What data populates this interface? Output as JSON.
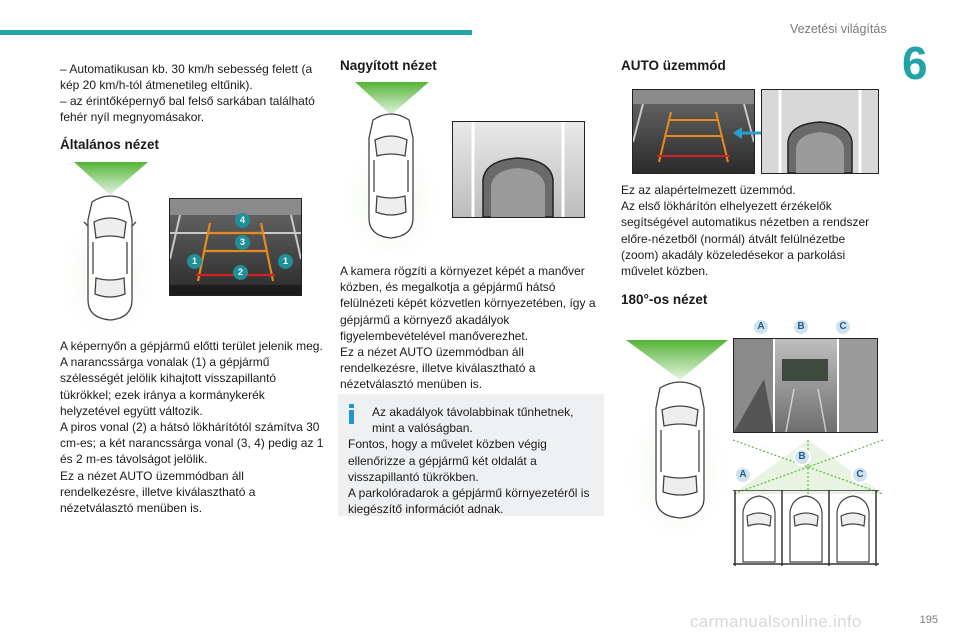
{
  "header": {
    "section_title": "Vezetési világítás",
    "chapter_number": "6"
  },
  "footer": {
    "page_number": "195",
    "watermark": "carmanualsonline.info"
  },
  "colors": {
    "accent": "#21a3a7",
    "badge": "#1f8f99",
    "orange_line": "#e38b1e",
    "red_line": "#d32020",
    "green_cone": "#5dba3b"
  },
  "col1": {
    "intro_1": "– Automatikusan kb. 30 km/h sebesség felett (a kép 20 km/h-tól átmenetileg eltűnik).",
    "intro_2": "– az érintőképernyő bal felső sarkában található fehér nyíl megnyomásakor.",
    "heading": "Általános nézet",
    "badges": [
      "4",
      "3",
      "1",
      "1",
      "2"
    ],
    "body": [
      "A képernyőn a gépjármű előtti terület jelenik meg.",
      "A narancssárga vonalak (1) a gépjármű szélességét jelölik kihajtott visszapillantó tükrökkel; ezek iránya a kormánykerék helyzetével együtt változik.",
      "A piros vonal (2) a hátsó lökhárítótól számítva 30 cm-es; a két narancssárga vonal (3, 4) pedig az 1 és 2 m-es távolságot jelölik.",
      "Ez a nézet AUTO üzemmódban áll rendelkezésre, illetve kiválasztható a nézetválasztó menüben is."
    ]
  },
  "col2": {
    "heading": "Nagyított nézet",
    "body": [
      "A kamera rögzíti a környezet képét a manőver közben, és megalkotja a gépjármű hátsó felülnézeti képét közvetlen környezetében, így a gépjármű a környező akadályok figyelembevételével manőverezhet.",
      "Ez a nézet AUTO üzemmódban áll rendelkezésre, illetve kiválasztható a nézetválasztó menüben is."
    ],
    "tip": [
      "Az akadályok távolabbinak tűnhetnek, mint a valóságban.",
      "Fontos, hogy a művelet közben végig ellenőrizze a gépjármű két oldalát a visszapillantó tükrökben.",
      "A parkolóradarok a gépjármű környezetéről is kiegészítő információt adnak."
    ]
  },
  "col3": {
    "heading": "AUTO üzemmód",
    "body": [
      "Ez az alapértelmezett üzemmód.",
      "Az első lökhárítón elhelyezett érzékelők segítségével automatikus nézetben a rendszer előre-nézetből (normál) átvált felülnézetbe (zoom) akadály közeledésekor a parkolási művelet közben."
    ],
    "heading2": "180°-os nézet",
    "badges_top": [
      "A",
      "B",
      "C"
    ],
    "badges_mid": [
      "A",
      "B",
      "C"
    ]
  }
}
